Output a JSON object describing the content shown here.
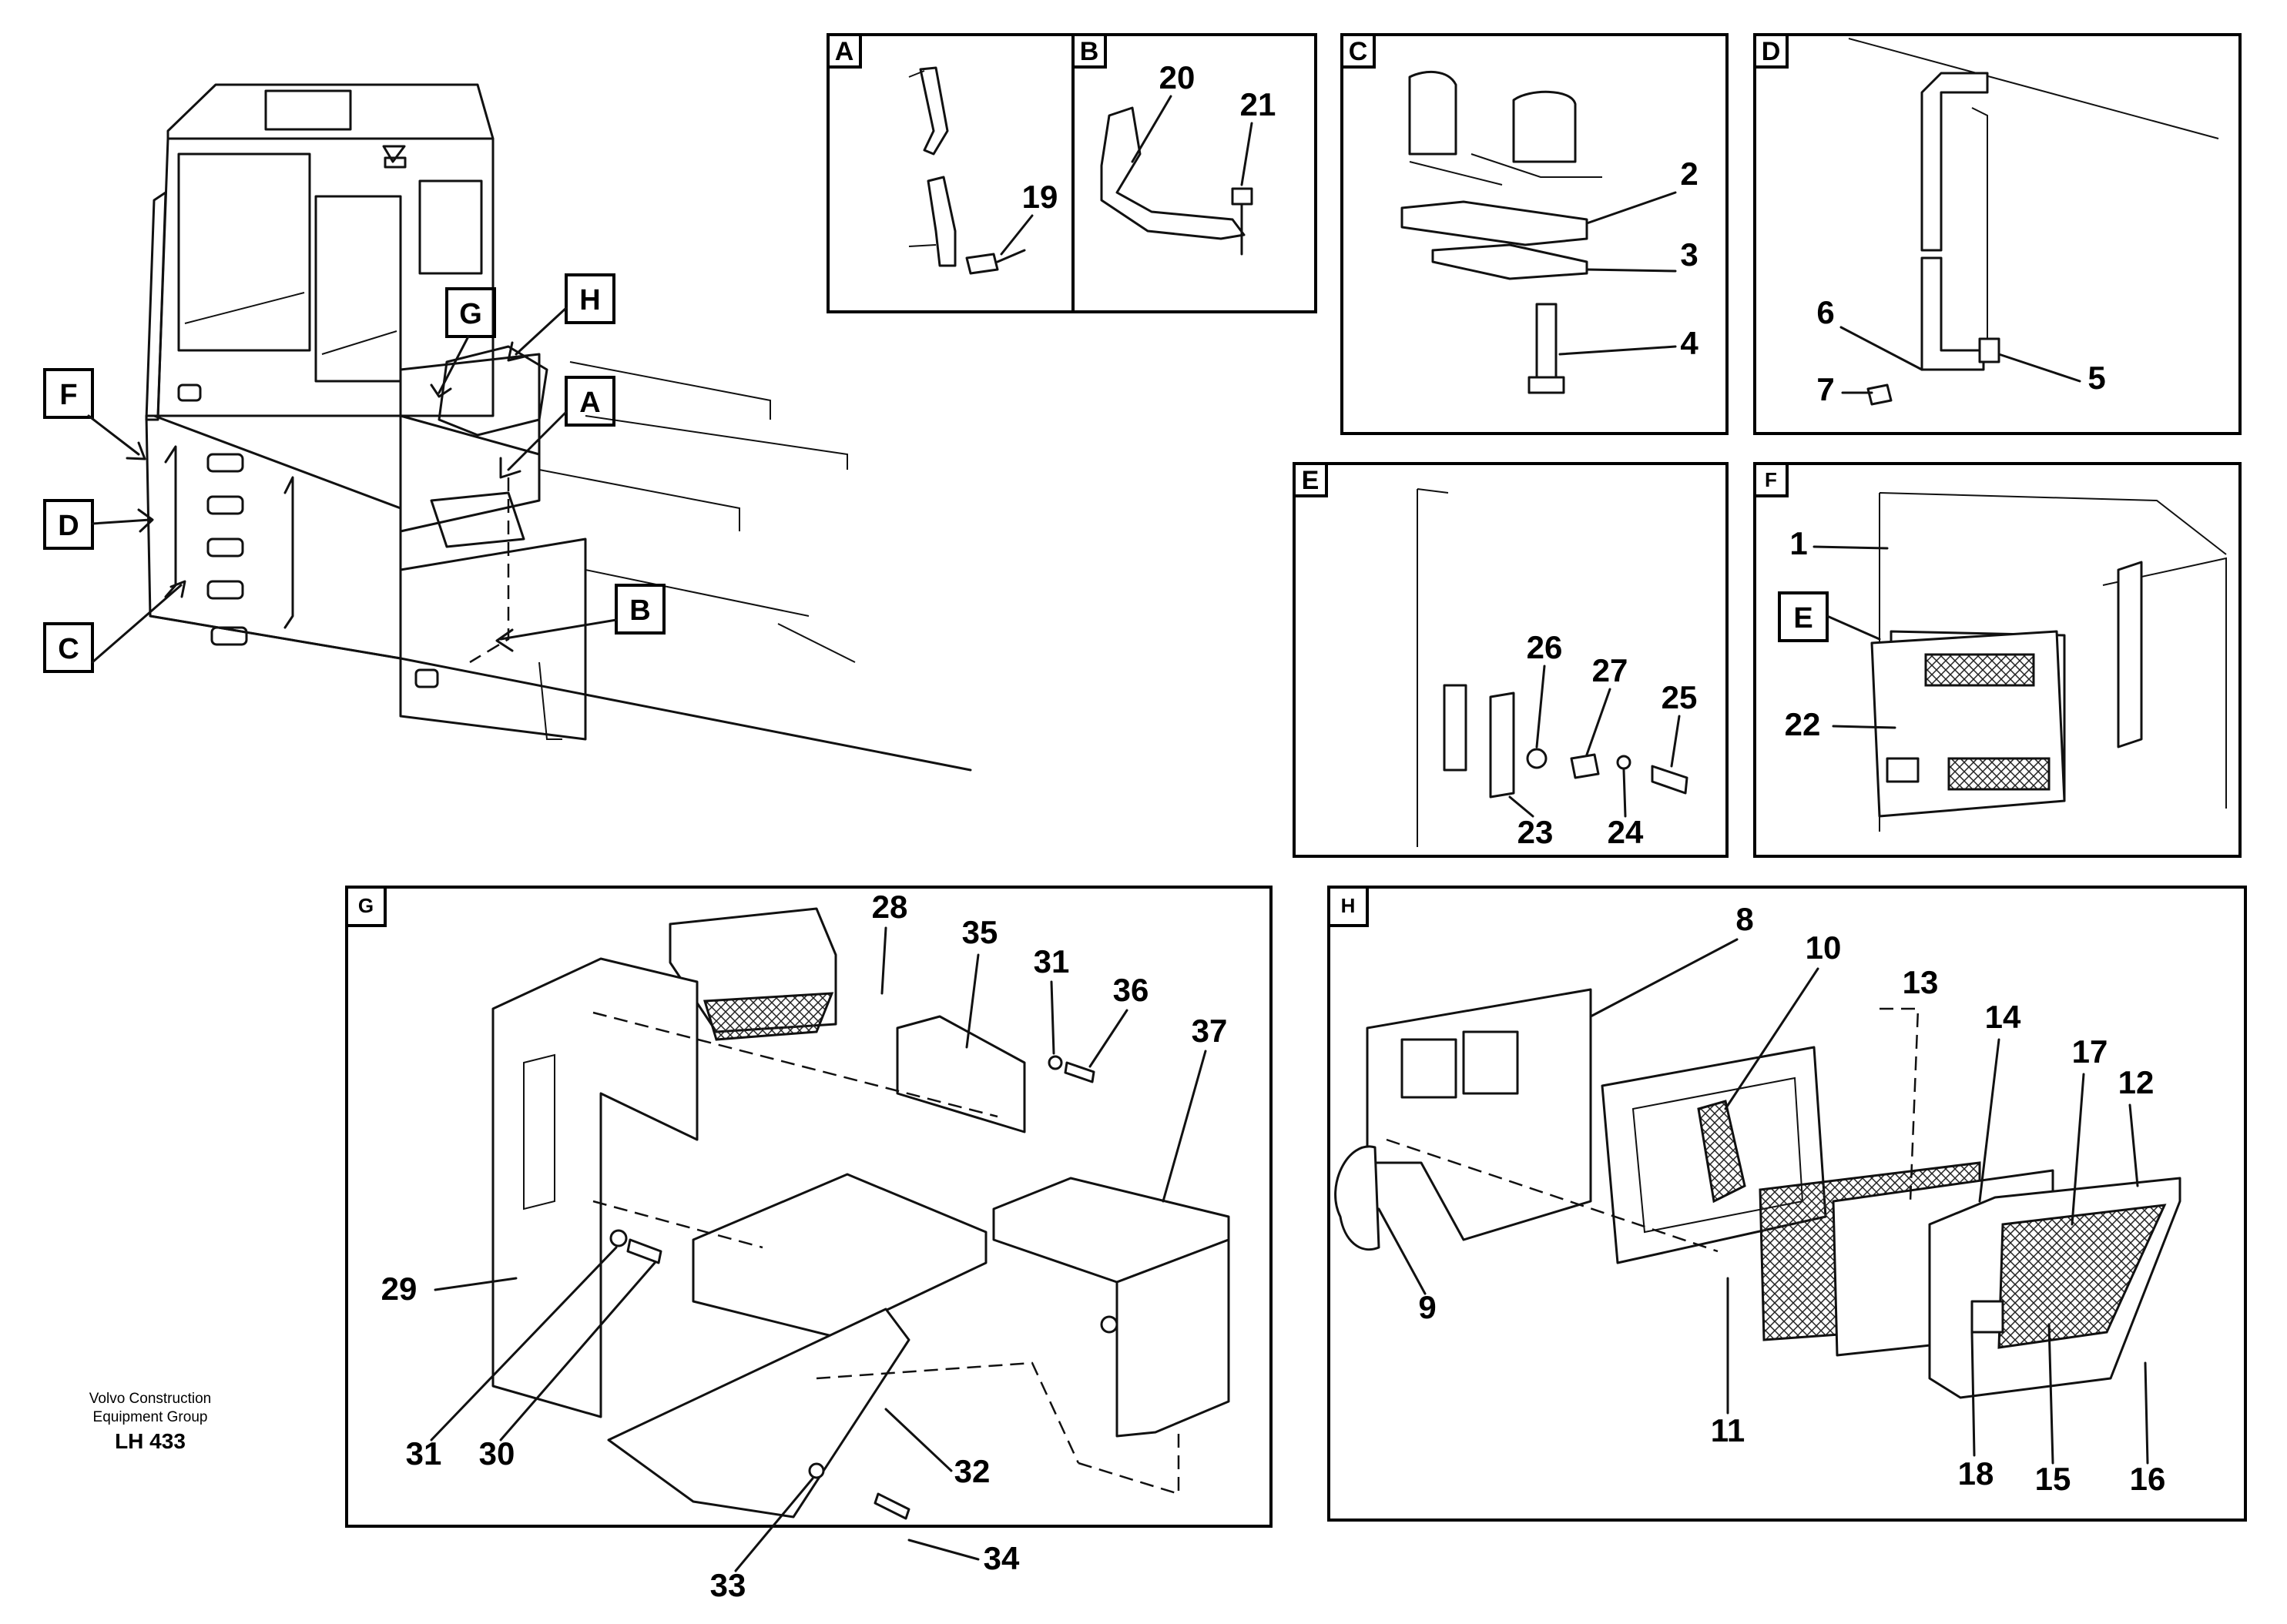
{
  "credit": {
    "line1": "Volvo Construction",
    "line2": "Equipment Group",
    "code": "LH 433"
  },
  "overview_callouts": [
    "G",
    "H",
    "A",
    "F",
    "D",
    "B",
    "C"
  ],
  "panels": {
    "A": {
      "label": "A",
      "parts": [
        "19"
      ]
    },
    "B": {
      "label": "B",
      "parts": [
        "20",
        "21"
      ]
    },
    "C": {
      "label": "C",
      "parts": [
        "2",
        "3",
        "4"
      ]
    },
    "D": {
      "label": "D",
      "parts": [
        "6",
        "5",
        "7"
      ]
    },
    "E": {
      "label": "E",
      "parts": [
        "26",
        "27",
        "25",
        "23",
        "24"
      ]
    },
    "F": {
      "label": "F",
      "parts": [
        "1",
        "22"
      ],
      "callout": "E"
    },
    "G": {
      "label": "G",
      "parts": [
        "28",
        "35",
        "31",
        "36",
        "37",
        "29",
        "31",
        "30",
        "32",
        "33",
        "34"
      ]
    },
    "H": {
      "label": "H",
      "parts": [
        "8",
        "10",
        "13",
        "14",
        "17",
        "12",
        "9",
        "11",
        "18",
        "15",
        "16"
      ]
    }
  }
}
